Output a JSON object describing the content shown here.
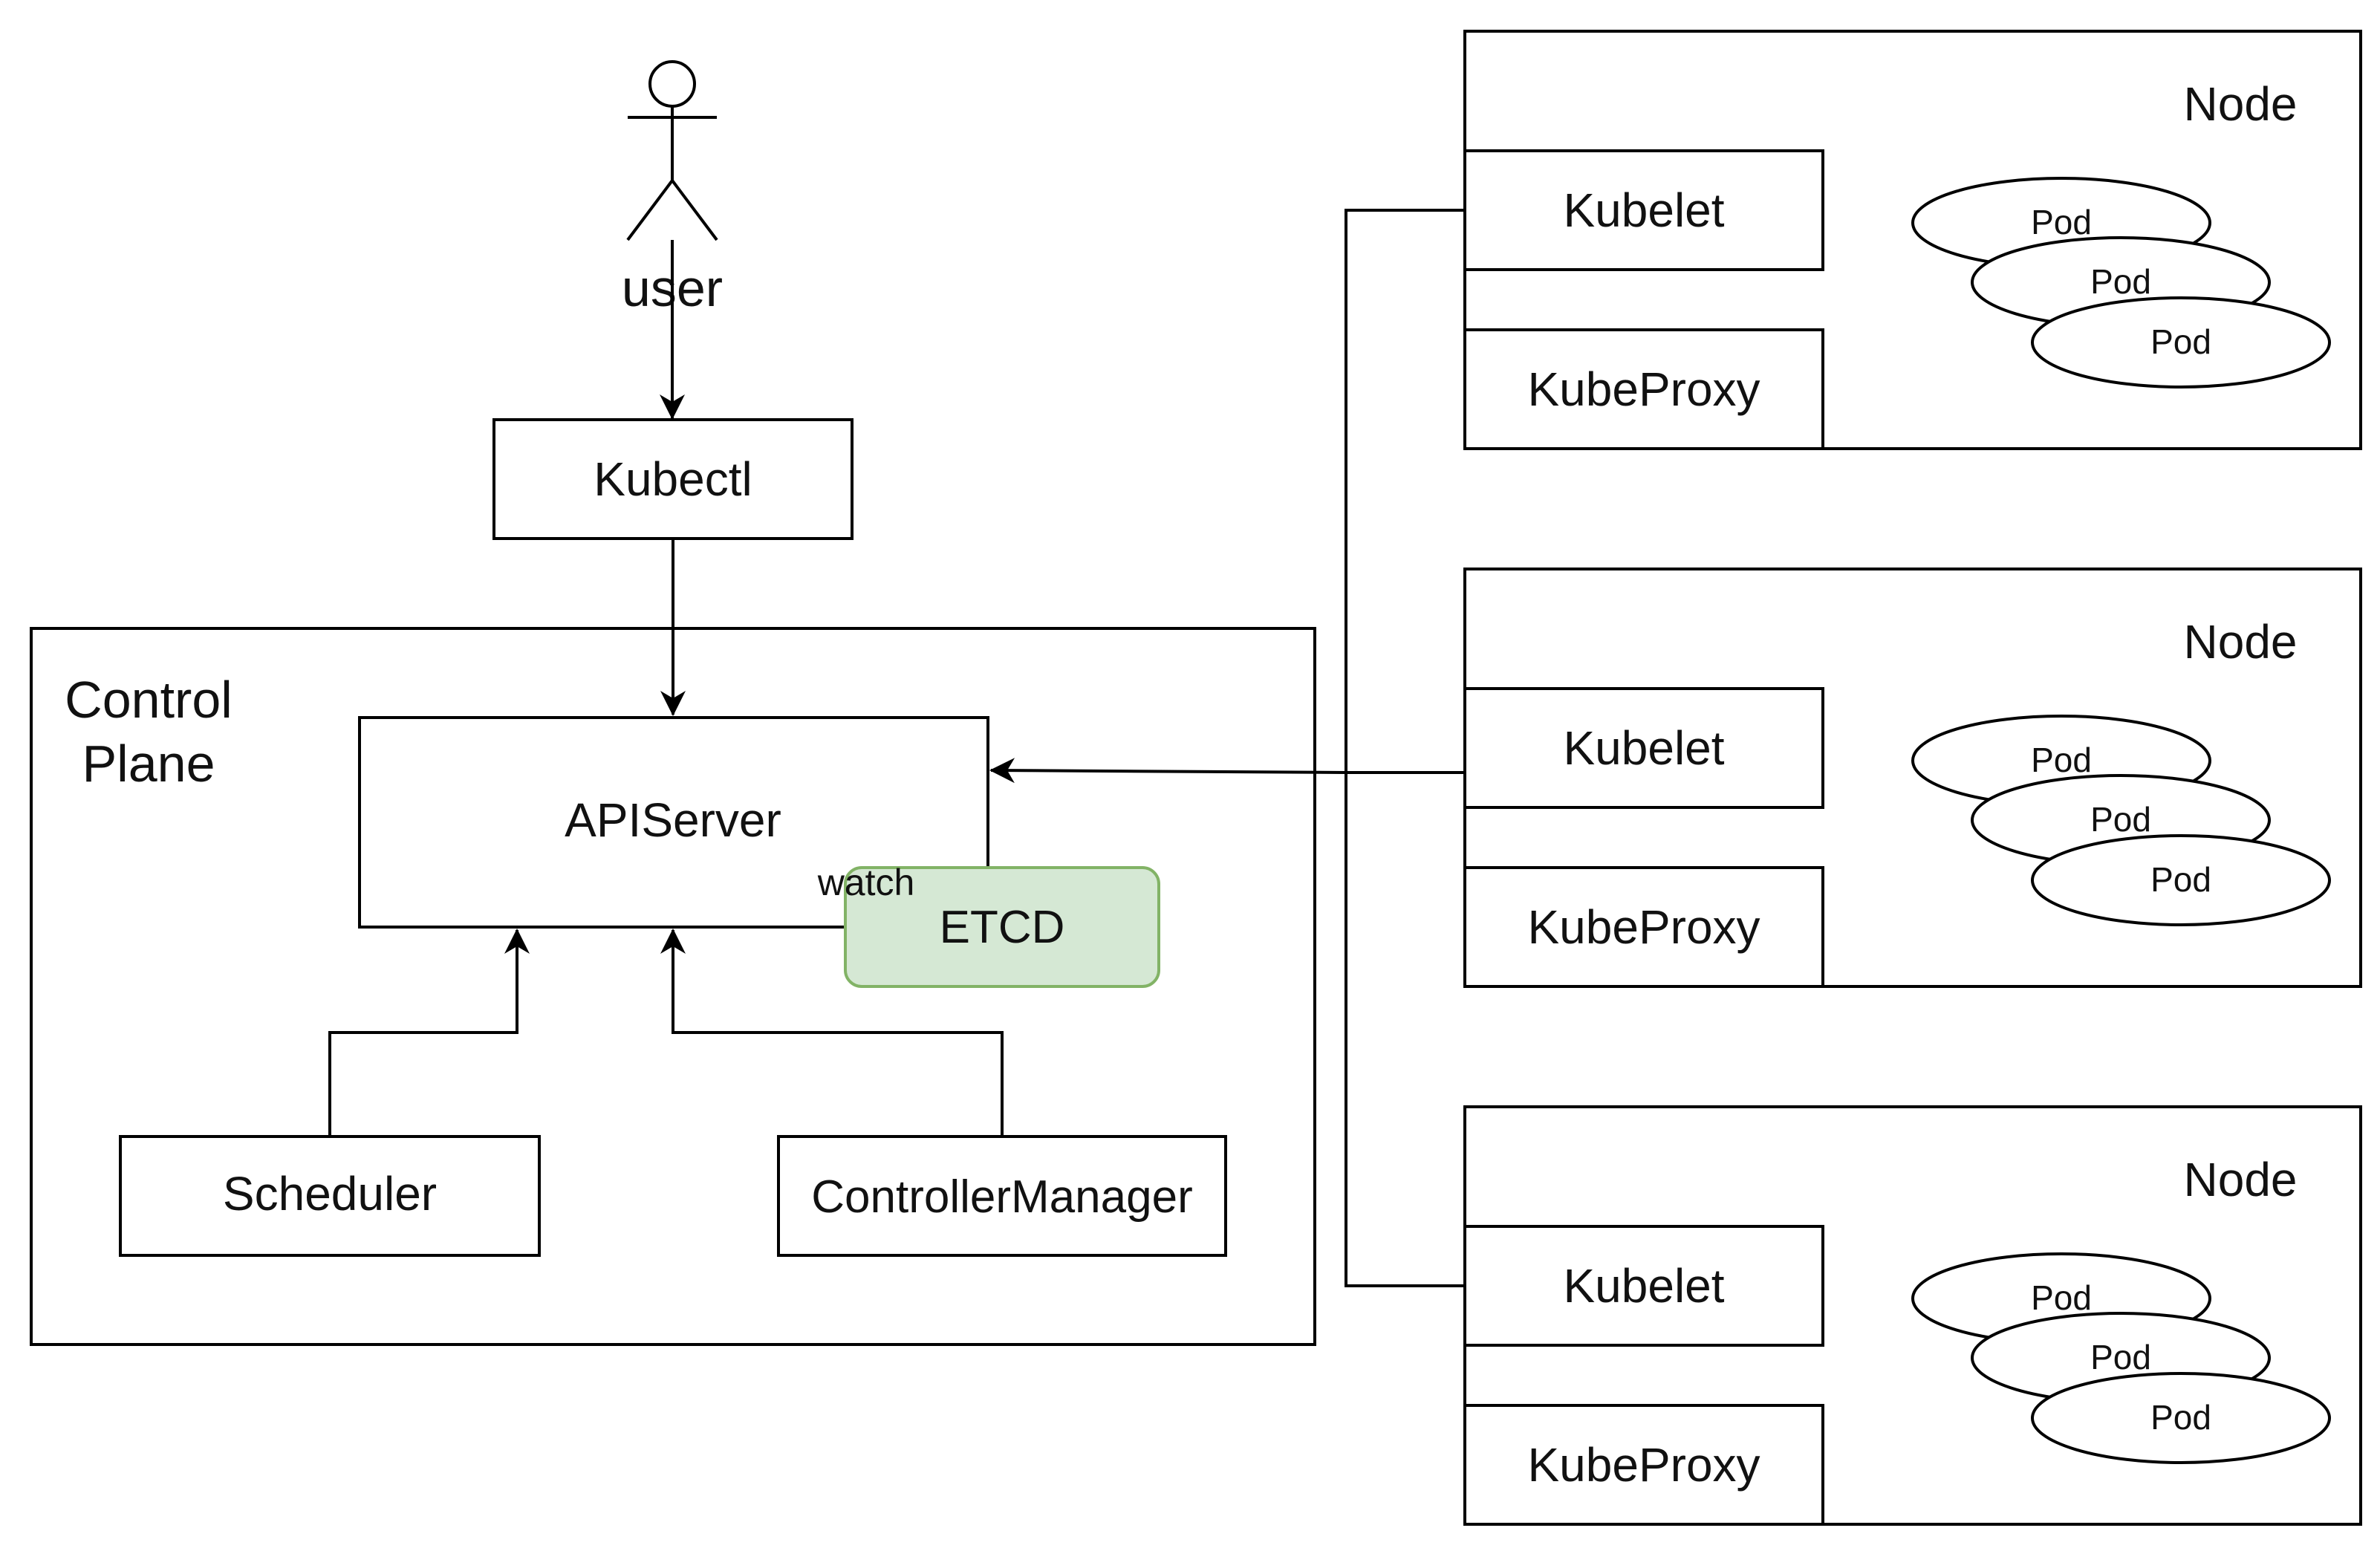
{
  "user": {
    "label": "user"
  },
  "kubectl": {
    "label": "Kubectl"
  },
  "control_plane": {
    "label_line1": "Control",
    "label_line2": "Plane",
    "apiserver": "APIServer",
    "etcd": "ETCD",
    "watch_label": "watch",
    "scheduler": "Scheduler",
    "controller_manager": "ControllerManager"
  },
  "nodes": [
    {
      "label": "Node",
      "kubelet": "Kubelet",
      "kubeproxy": "KubeProxy",
      "pods": [
        "Pod",
        "Pod",
        "Pod"
      ]
    },
    {
      "label": "Node",
      "kubelet": "Kubelet",
      "kubeproxy": "KubeProxy",
      "pods": [
        "Pod",
        "Pod",
        "Pod"
      ]
    },
    {
      "label": "Node",
      "kubelet": "Kubelet",
      "kubeproxy": "KubeProxy",
      "pods": [
        "Pod",
        "Pod",
        "Pod"
      ]
    }
  ],
  "colors": {
    "etcd_fill": "#d5e8d4",
    "etcd_stroke": "#82b366"
  }
}
